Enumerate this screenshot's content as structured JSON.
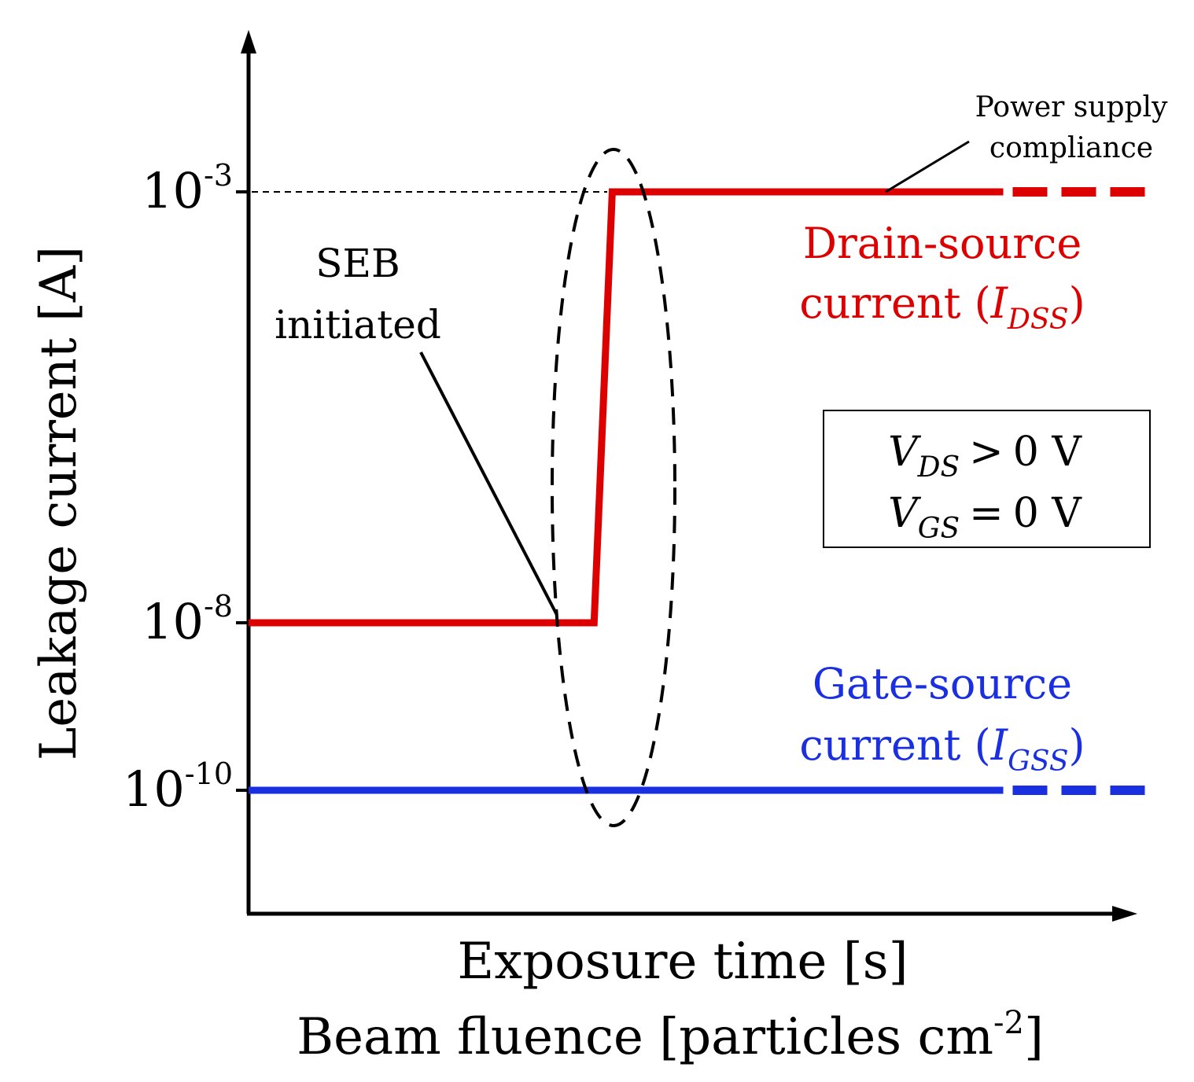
{
  "chart_data": {
    "type": "line",
    "xlabel": "Exposure time [s]",
    "xlabel2_base": "Beam fluence [particles cm",
    "xlabel2_sup": "-2",
    "xlabel2_end": "]",
    "ylabel": "Leakage current [A]",
    "yscale": "log",
    "y_ticks": [
      {
        "value": 0.001,
        "base": "10",
        "exp": "-3"
      },
      {
        "value": 1e-08,
        "base": "10",
        "exp": "-8"
      },
      {
        "value": 1e-10,
        "base": "10",
        "exp": "-10"
      }
    ],
    "series": [
      {
        "key": "ids",
        "color": "#dd0000",
        "label_line1": "Drain-source",
        "label_line2_pre": "current (",
        "label_sym": "I",
        "label_sub": "DSS",
        "label_post": ")",
        "points": [
          [
            0.0,
            1e-08
          ],
          [
            0.38,
            1e-08
          ],
          [
            0.4,
            0.001
          ],
          [
            0.83,
            0.001
          ]
        ],
        "dashed_extension": [
          0.83,
          1.0
        ]
      },
      {
        "key": "igs",
        "color": "#1a2fe0",
        "label_line1": "Gate-source",
        "label_line2_pre": "current (",
        "label_sym": "I",
        "label_sub": "GSS",
        "label_post": ")",
        "points": [
          [
            0.0,
            1e-10
          ],
          [
            0.83,
            1e-10
          ]
        ],
        "dashed_extension": [
          0.83,
          1.0
        ]
      }
    ],
    "annotations": {
      "seb_line1": "SEB",
      "seb_line2": "initiated",
      "compliance_line1": "Power supply",
      "compliance_line2": "compliance",
      "conditions": [
        {
          "sym": "V",
          "sub": "DS",
          "rel": ">",
          "val": "0 V"
        },
        {
          "sym": "V",
          "sub": "GS",
          "rel": "=",
          "val": "0 V"
        }
      ]
    }
  }
}
